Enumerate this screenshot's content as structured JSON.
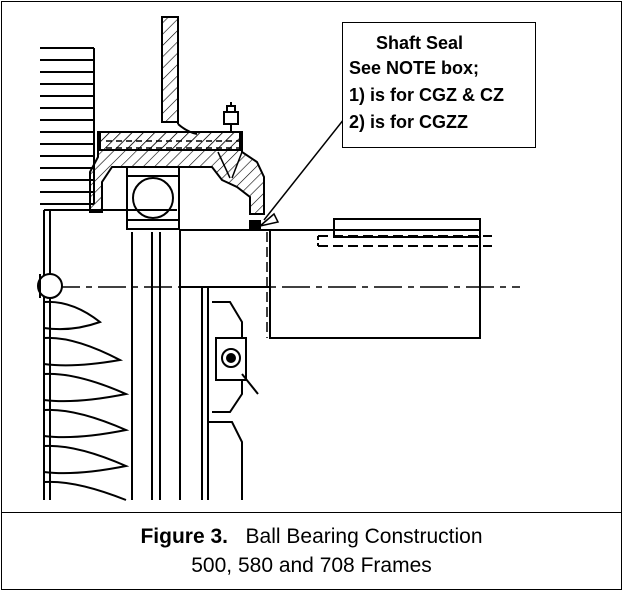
{
  "callout": {
    "title": "Shaft Seal",
    "line1": "See NOTE box;",
    "line2": "1) is for CGZ & CZ",
    "line3": "2) is for CGZZ"
  },
  "caption": {
    "figure_label": "Figure 3.",
    "figure_title": "Ball Bearing Construction",
    "line2": "500, 580 and 708 Frames"
  },
  "colors": {
    "ink": "#000000",
    "paper": "#ffffff"
  }
}
